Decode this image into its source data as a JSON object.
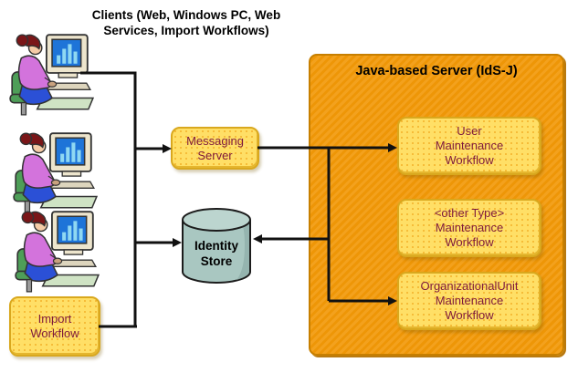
{
  "title": "Clients (Web, Windows PC, Web Services, Import Workflows)",
  "title_lines": [
    "Clients (Web, Windows PC, Web",
    "Services, Import Workflows)"
  ],
  "clients": {
    "count": 3,
    "icon": "person-at-computer-icon"
  },
  "nodes": {
    "messaging_server": {
      "label": "Messaging Server",
      "lines": [
        "Messaging",
        "Server"
      ]
    },
    "identity_store": {
      "label": "Identity Store",
      "lines": [
        "Identity",
        "Store"
      ],
      "icon": "database-cylinder-icon"
    },
    "import_workflow": {
      "label": "Import Workflow",
      "lines": [
        "Import",
        "Workflow"
      ]
    }
  },
  "server": {
    "title": "Java-based Server (IdS-J)",
    "workflows": [
      {
        "label": "User Maintenance Workflow",
        "lines": [
          "User",
          "Maintenance",
          "Workflow"
        ]
      },
      {
        "label": "<other Type> Maintenance Workflow",
        "lines": [
          "<other Type>",
          "Maintenance",
          "Workflow"
        ]
      },
      {
        "label": "OrganizationalUnit Maintenance Workflow",
        "lines": [
          "OrganizationalUnit",
          "Maintenance",
          "Workflow"
        ]
      }
    ]
  },
  "colors": {
    "box_yellow": "#FFDF66",
    "box_border": "#D9A81E",
    "server_orange": "#F2A01C",
    "server_border": "#C77F00",
    "label_maroon": "#7E1A3C",
    "cylinder_teal": "#A9C7C1",
    "arrow_black": "#111111"
  }
}
